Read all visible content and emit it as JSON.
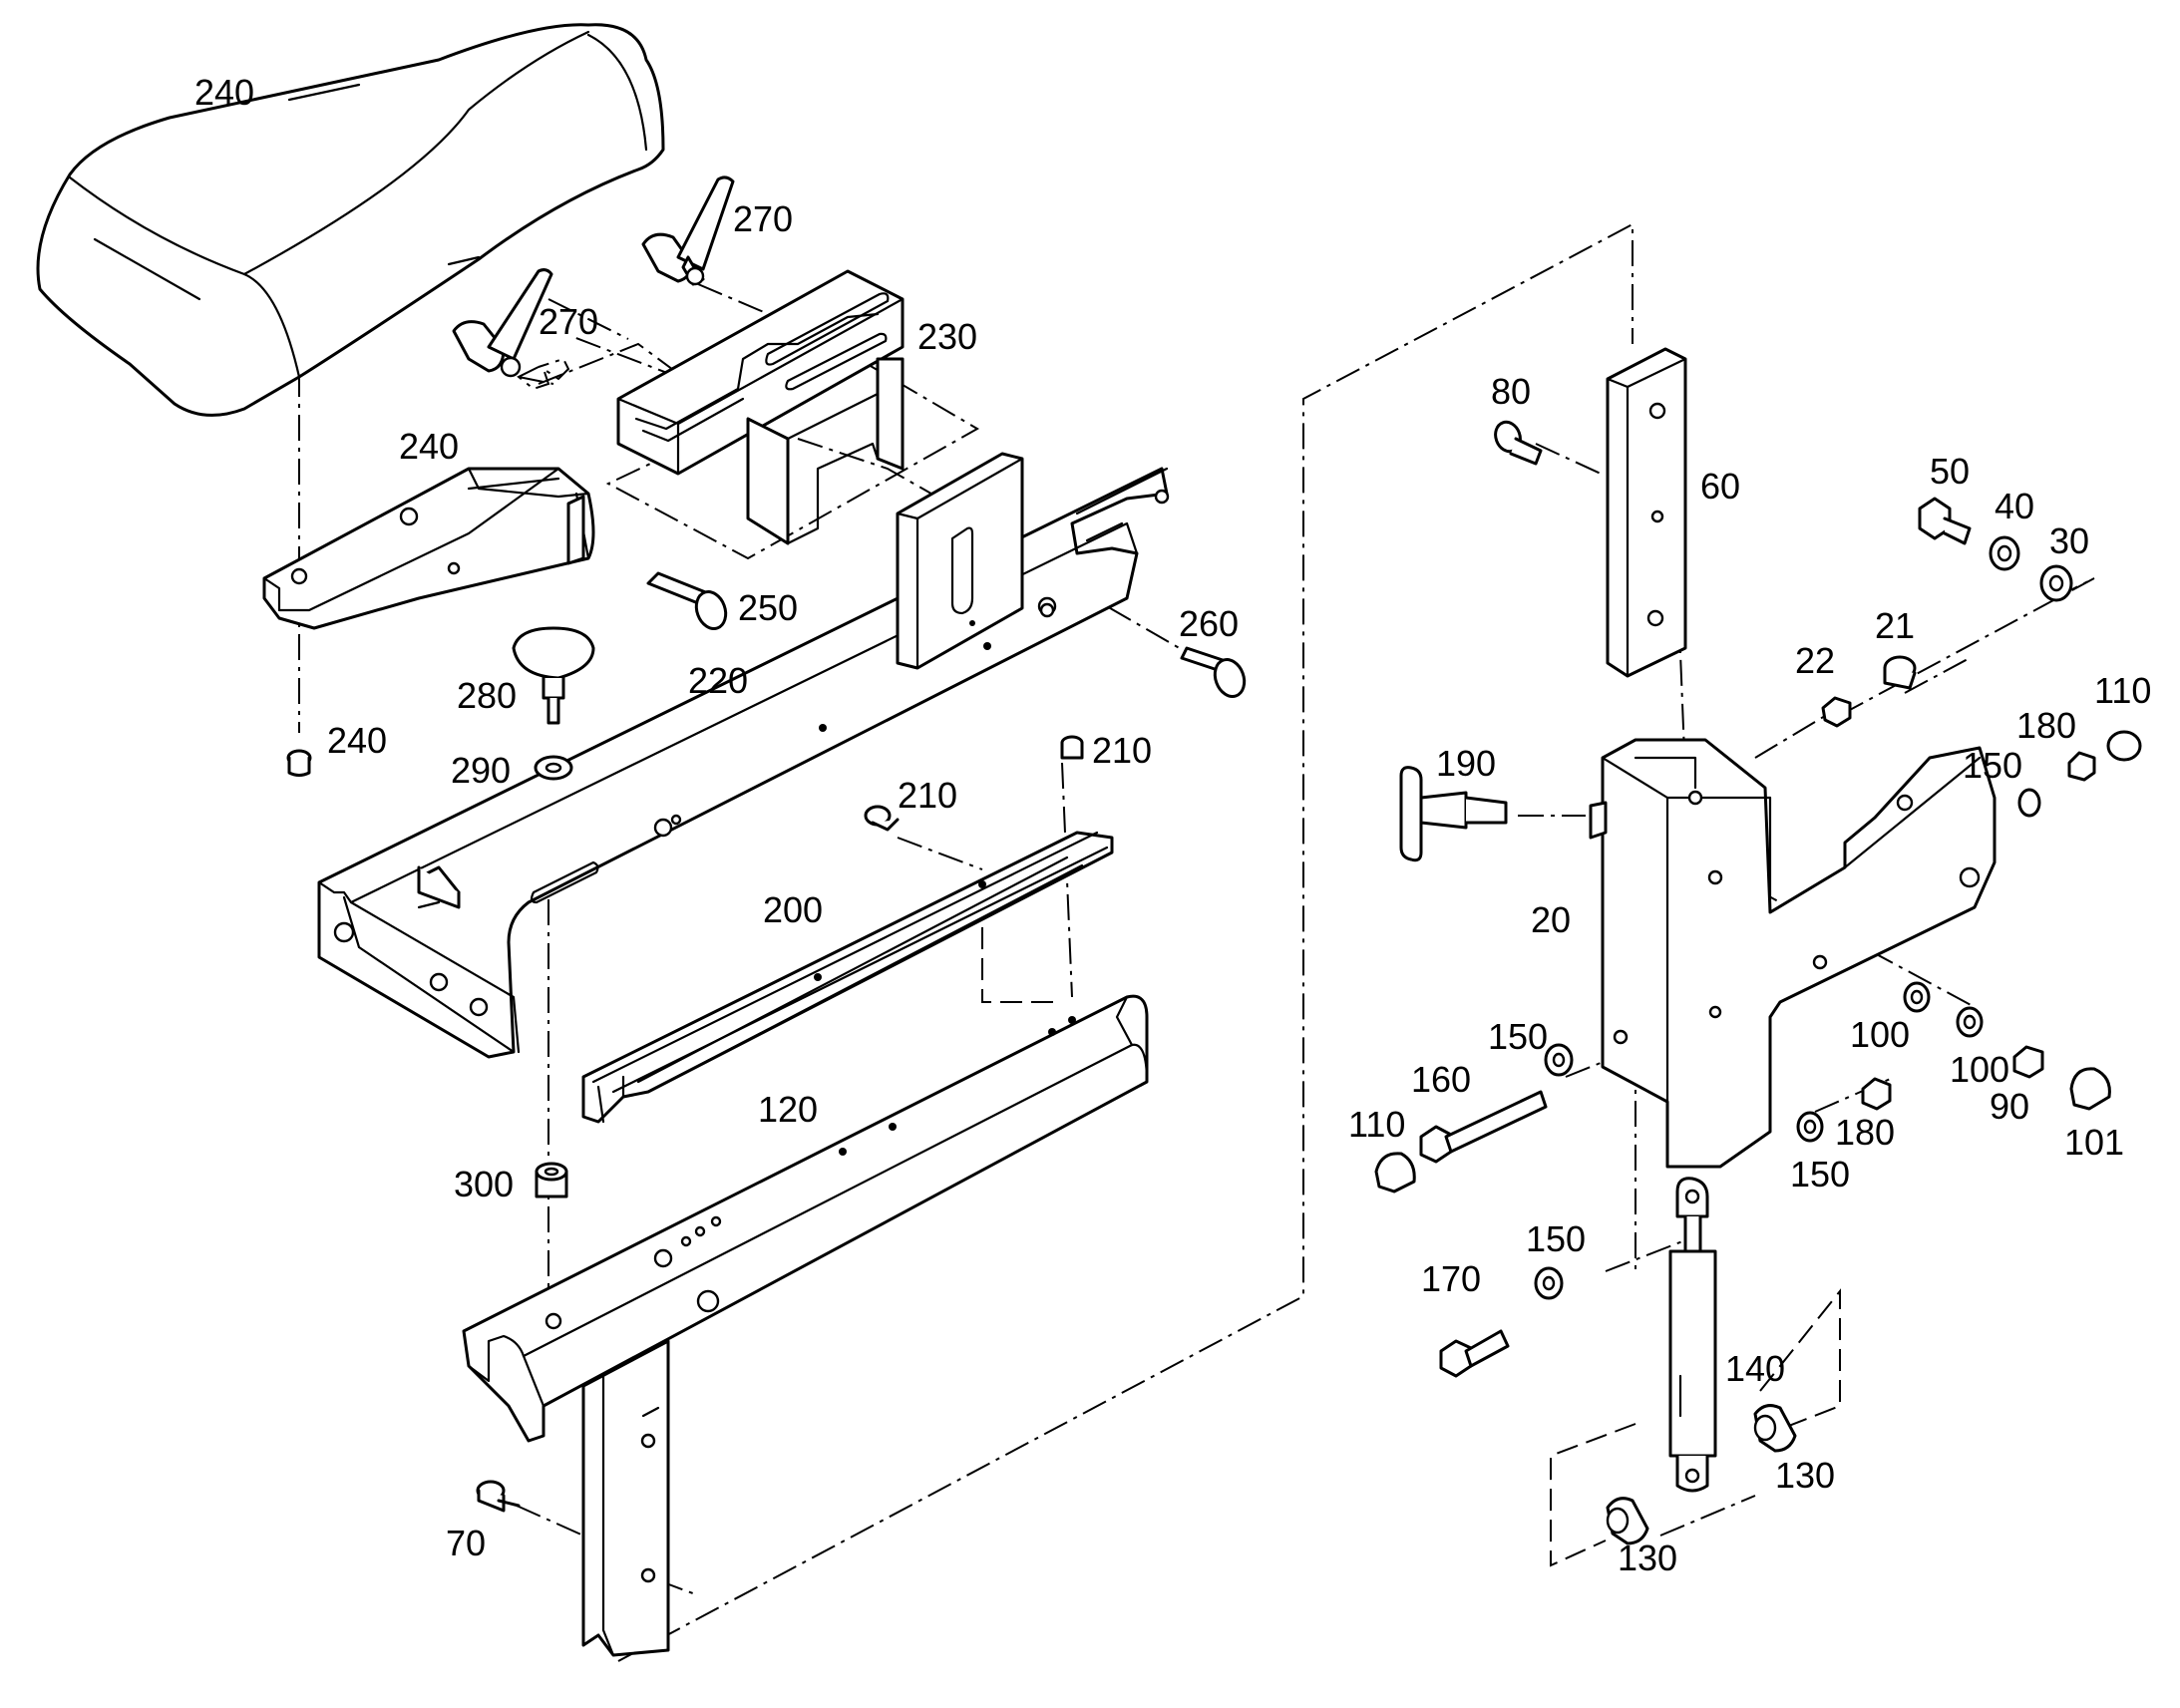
{
  "labels": [
    {
      "id": "l240a",
      "text": "240"
    },
    {
      "id": "l270a",
      "text": "270"
    },
    {
      "id": "l270b",
      "text": "270"
    },
    {
      "id": "l230",
      "text": "230"
    },
    {
      "id": "l240b",
      "text": "240"
    },
    {
      "id": "l250",
      "text": "250"
    },
    {
      "id": "l260",
      "text": "260"
    },
    {
      "id": "l220",
      "text": "220"
    },
    {
      "id": "l280",
      "text": "280"
    },
    {
      "id": "l240c",
      "text": "240"
    },
    {
      "id": "l290",
      "text": "290"
    },
    {
      "id": "l210a",
      "text": "210"
    },
    {
      "id": "l210b",
      "text": "210"
    },
    {
      "id": "l200",
      "text": "200"
    },
    {
      "id": "l120",
      "text": "120"
    },
    {
      "id": "l300",
      "text": "300"
    },
    {
      "id": "l70",
      "text": "70"
    },
    {
      "id": "l80",
      "text": "80"
    },
    {
      "id": "l60",
      "text": "60"
    },
    {
      "id": "l50",
      "text": "50"
    },
    {
      "id": "l40",
      "text": "40"
    },
    {
      "id": "l30",
      "text": "30"
    },
    {
      "id": "l22",
      "text": "22"
    },
    {
      "id": "l21",
      "text": "21"
    },
    {
      "id": "l110a",
      "text": "110"
    },
    {
      "id": "l180a",
      "text": "180"
    },
    {
      "id": "l150a",
      "text": "150"
    },
    {
      "id": "l190",
      "text": "190"
    },
    {
      "id": "l20",
      "text": "20"
    },
    {
      "id": "l150b",
      "text": "150"
    },
    {
      "id": "l160",
      "text": "160"
    },
    {
      "id": "l110b",
      "text": "110"
    },
    {
      "id": "l100a",
      "text": "100"
    },
    {
      "id": "l100b",
      "text": "100"
    },
    {
      "id": "l90",
      "text": "90"
    },
    {
      "id": "l101",
      "text": "101"
    },
    {
      "id": "l180b",
      "text": "180"
    },
    {
      "id": "l150c",
      "text": "150"
    },
    {
      "id": "l150d",
      "text": "150"
    },
    {
      "id": "l170",
      "text": "170"
    },
    {
      "id": "l140",
      "text": "140"
    },
    {
      "id": "l130a",
      "text": "130"
    },
    {
      "id": "l130b",
      "text": "130"
    }
  ]
}
